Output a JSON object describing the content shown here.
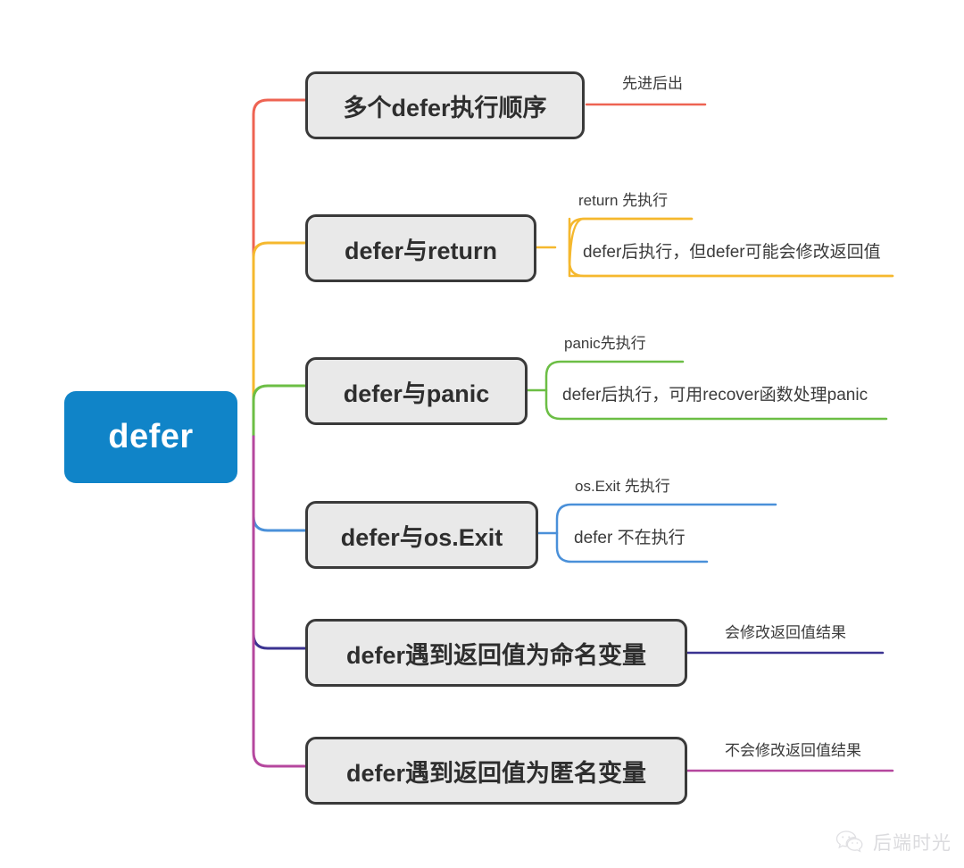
{
  "diagram": {
    "type": "mindmap",
    "title": "defer",
    "root": {
      "label": "defer",
      "color": "#1084c8",
      "text_color": "#ffffff"
    },
    "branches": [
      {
        "id": "order",
        "label": "多个defer执行顺序",
        "color": "#ee6352",
        "leaves": [
          {
            "text": "先进后出",
            "boxed": false
          }
        ]
      },
      {
        "id": "return",
        "label": "defer与return",
        "color": "#f5b82e",
        "leaves": [
          {
            "text": "return 先执行",
            "boxed": false
          },
          {
            "text": "defer后执行，但defer可能会修改返回值",
            "boxed": true
          }
        ]
      },
      {
        "id": "panic",
        "label": "defer与panic",
        "color": "#6cbe45",
        "leaves": [
          {
            "text": "panic先执行",
            "boxed": false
          },
          {
            "text": "defer后执行，可用recover函数处理panic",
            "boxed": true
          }
        ]
      },
      {
        "id": "osexit",
        "label": "defer与os.Exit",
        "color": "#4a90d9",
        "leaves": [
          {
            "text": "os.Exit 先执行",
            "boxed": false
          },
          {
            "text": "defer 不在执行",
            "boxed": true
          }
        ]
      },
      {
        "id": "named-var",
        "label": "defer遇到返回值为命名变量",
        "color": "#3b3391",
        "leaves": [
          {
            "text": "会修改返回值结果",
            "boxed": false
          }
        ]
      },
      {
        "id": "anon-var",
        "label": "defer遇到返回值为匿名变量",
        "color": "#b5479e",
        "leaves": [
          {
            "text": "不会修改返回值结果",
            "boxed": false
          }
        ]
      }
    ],
    "node_style": {
      "fill": "#e9e9e9",
      "border": "#3a3a3a",
      "text_color": "#2e2e2e"
    }
  },
  "watermark": {
    "icon": "wechat-icon",
    "text": "后端时光"
  }
}
